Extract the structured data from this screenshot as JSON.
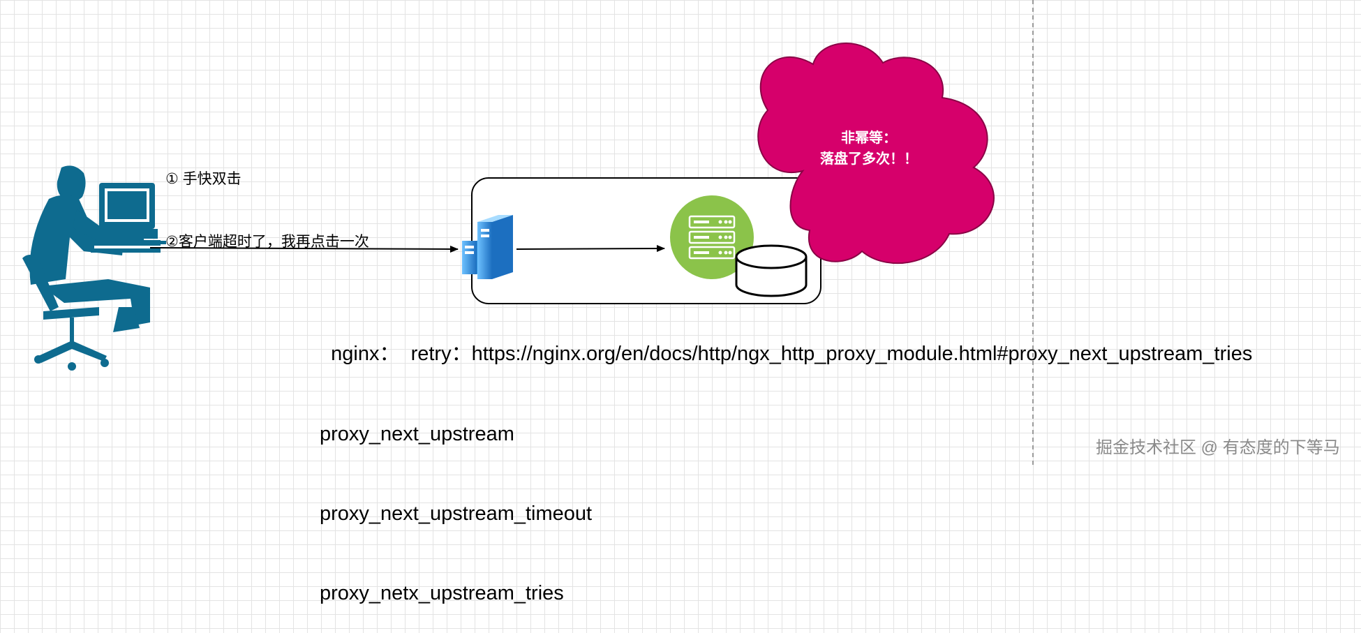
{
  "annotation": {
    "line1": "① 手快双击",
    "line2": "②客户端超时了，我再点击一次"
  },
  "cloud": {
    "line1": "非幂等：",
    "line2": "落盘了多次！！",
    "fill": "#d6006b"
  },
  "reference": {
    "prefix": "nginx：  retry：",
    "url": "https://nginx.org/en/docs/http/ngx_http_proxy_module.html#proxy_next_upstream_tries"
  },
  "directives": [
    "proxy_next_upstream",
    "proxy_next_upstream_timeout",
    "proxy_netx_upstream_tries"
  ],
  "watermark": "掘金技术社区 @ 有态度的下等马",
  "icons": {
    "user": "user-at-computer-icon",
    "proxy": "proxy-server-icon",
    "server": "backend-server-icon",
    "database": "database-icon"
  },
  "colors": {
    "user": "#0e6b8f",
    "server_circle": "#8bc34a",
    "proxy": "#2f8fd8",
    "cloud": "#d6006b"
  }
}
